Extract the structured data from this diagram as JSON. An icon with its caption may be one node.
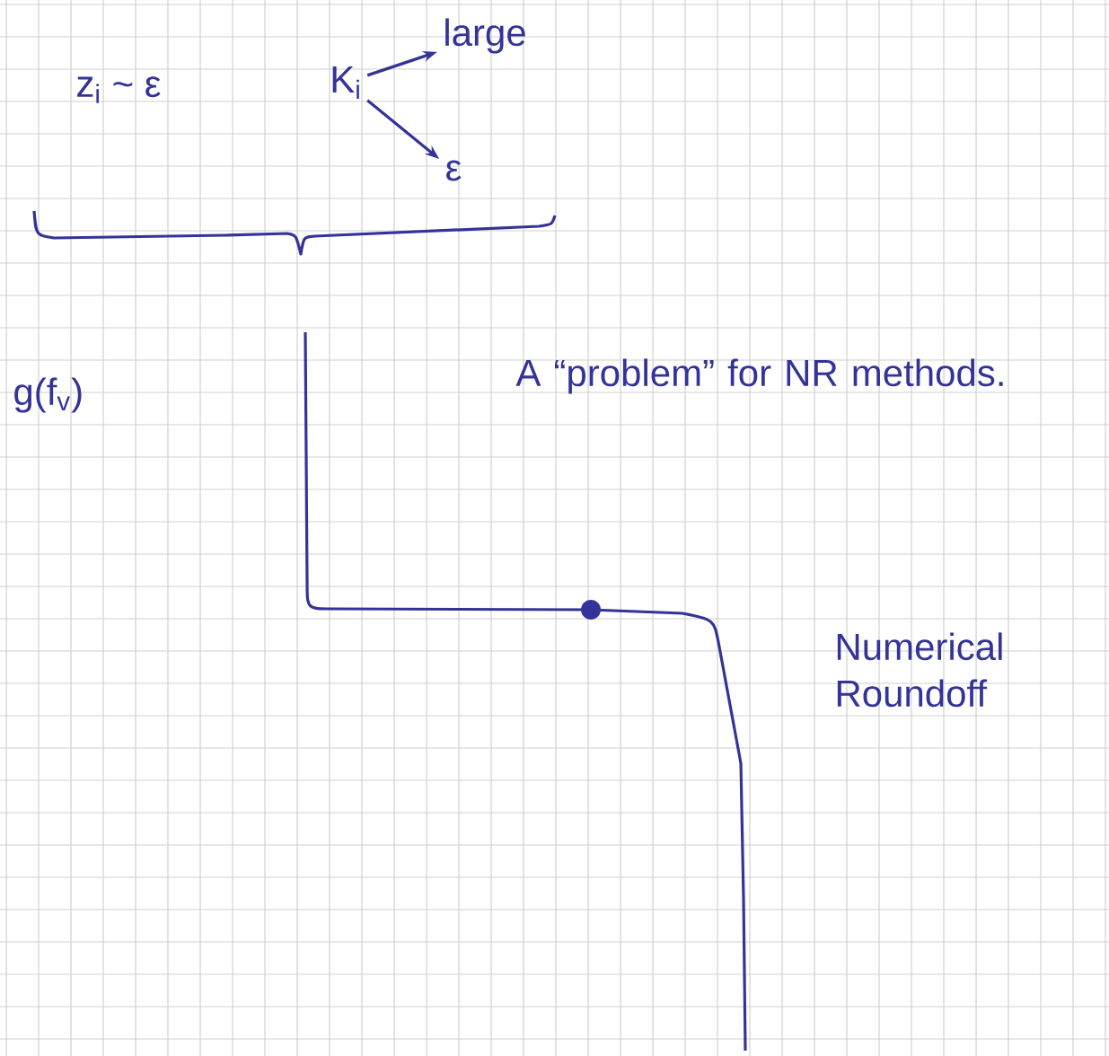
{
  "diagram": {
    "nodes": [
      {
        "text": [
          "K$_{i}$"
        ]
      },
      {
        "text": [
          "large"
        ]
      },
      {
        "text": [
          "ε"
        ]
      }
    ],
    "edges": [
      {
        "from": 0,
        "to": 1,
        "arrow": "to"
      },
      {
        "from": 0,
        "to": 2,
        "arrow": "to"
      }
    ],
    "labels": [
      "z$_{i}$ ~ ε",
      "g(f$_{v}$)",
      "A “problem” for NR methods.",
      "Numerical Roundoff"
    ]
  }
}
